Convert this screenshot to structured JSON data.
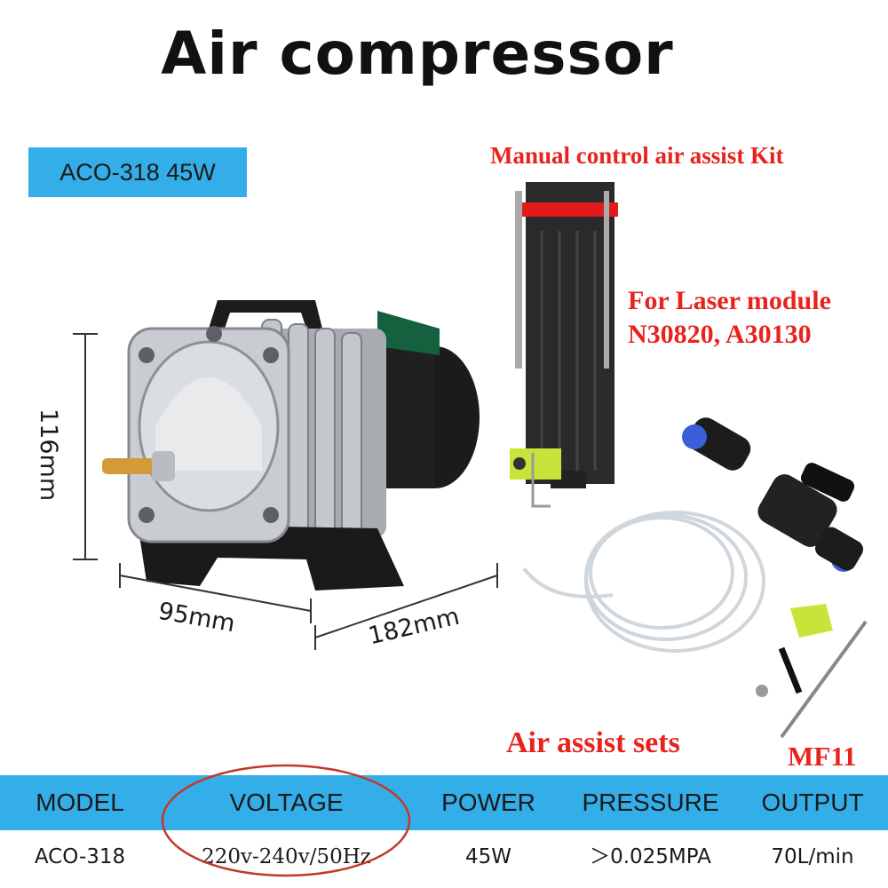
{
  "title": "Air compressor",
  "model_badge": "ACO-318 45W",
  "kit": {
    "title": "Manual control air assist Kit",
    "laser_line1": "For Laser module",
    "laser_line2": "N30820, A30130",
    "sets_label": "Air assist sets",
    "part_code": "MF11"
  },
  "dimensions": {
    "height": "116mm",
    "width": "95mm",
    "depth": "182mm"
  },
  "spec_table": {
    "headers": [
      "MODEL",
      "VOLTAGE",
      "POWER",
      "PRESSURE",
      "OUTPUT"
    ],
    "values": [
      "ACO-318",
      "220v-240v/50Hz",
      "45W",
      "＞0.025MPA",
      "70L/min"
    ]
  },
  "colors": {
    "accent_blue": "#33aee8",
    "label_red": "#e8231e",
    "highlight_ring": "#c0392b"
  }
}
